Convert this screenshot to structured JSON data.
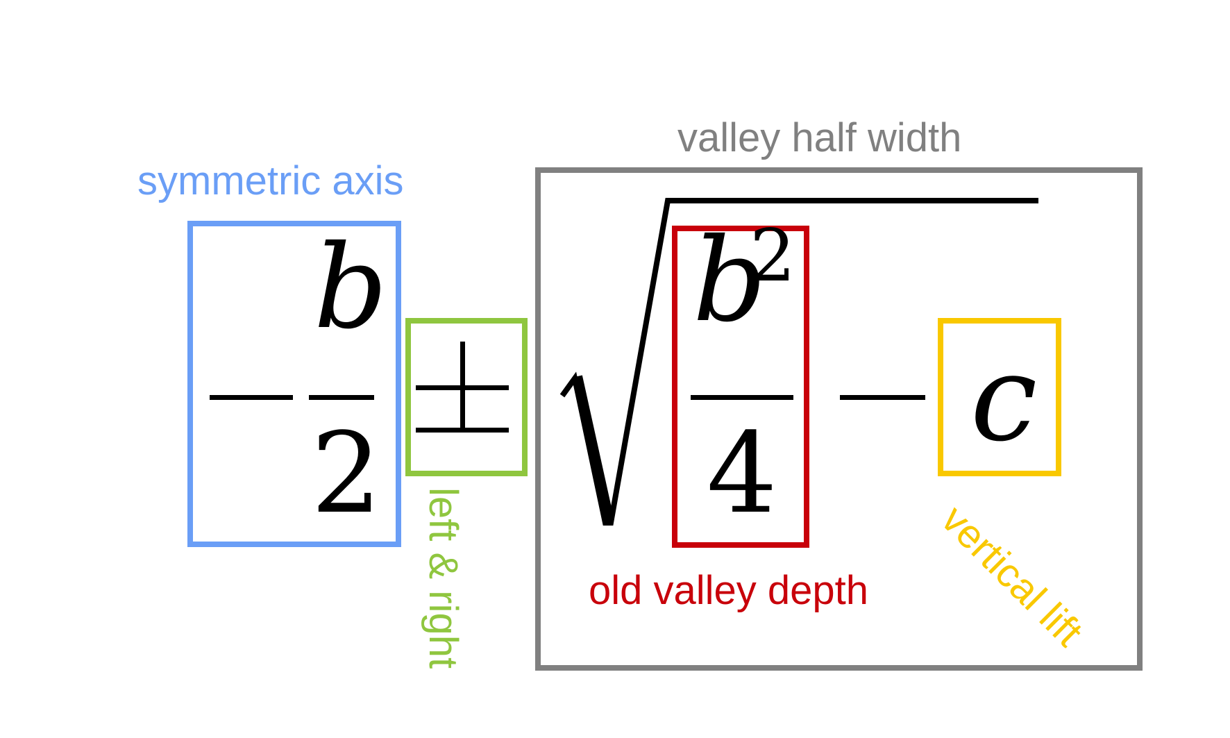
{
  "colors": {
    "axis": "#6a9ef6",
    "pm": "#8fc63f",
    "width": "#808080",
    "depth": "#c8000a",
    "lift": "#f9c800",
    "math": "#000000"
  },
  "labels": {
    "valley_half_width": "valley half width",
    "symmetric_axis": "symmetric axis",
    "left_and_right": "left & right",
    "old_valley_depth": "old valley depth",
    "vertical_lift": "vertical lift"
  },
  "formula": {
    "b": "b",
    "two": "2",
    "b_squared_base": "b",
    "exponent": "2",
    "four": "4",
    "c": "c"
  }
}
